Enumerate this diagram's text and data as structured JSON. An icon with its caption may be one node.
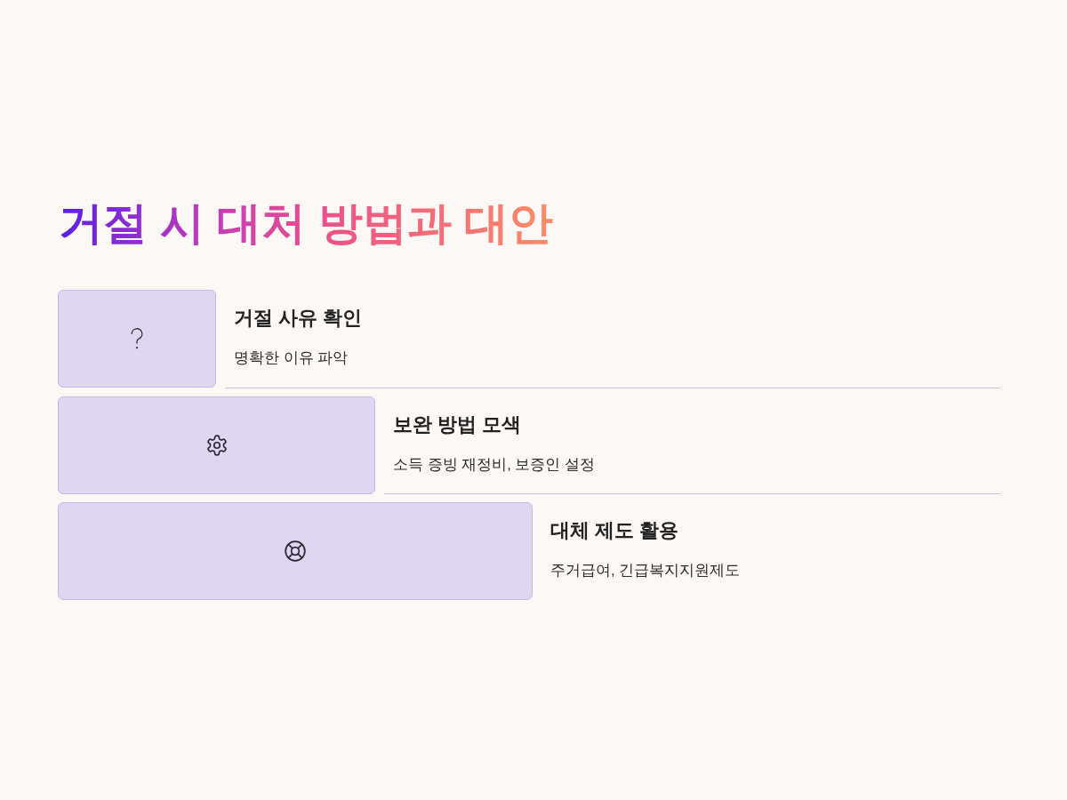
{
  "diagram": {
    "title": "거절 시 대처 방법과 대안",
    "nodes": [
      {
        "text": [
          "거절 사유 확인",
          "명확한 이유 파악"
        ]
      },
      {
        "text": [
          "보완 방법 모색",
          "소득 증빙 재정비, 보증인 설정"
        ]
      },
      {
        "text": [
          "대체 제도 활용",
          "주거급여, 긴급복지지원제도"
        ]
      }
    ]
  }
}
